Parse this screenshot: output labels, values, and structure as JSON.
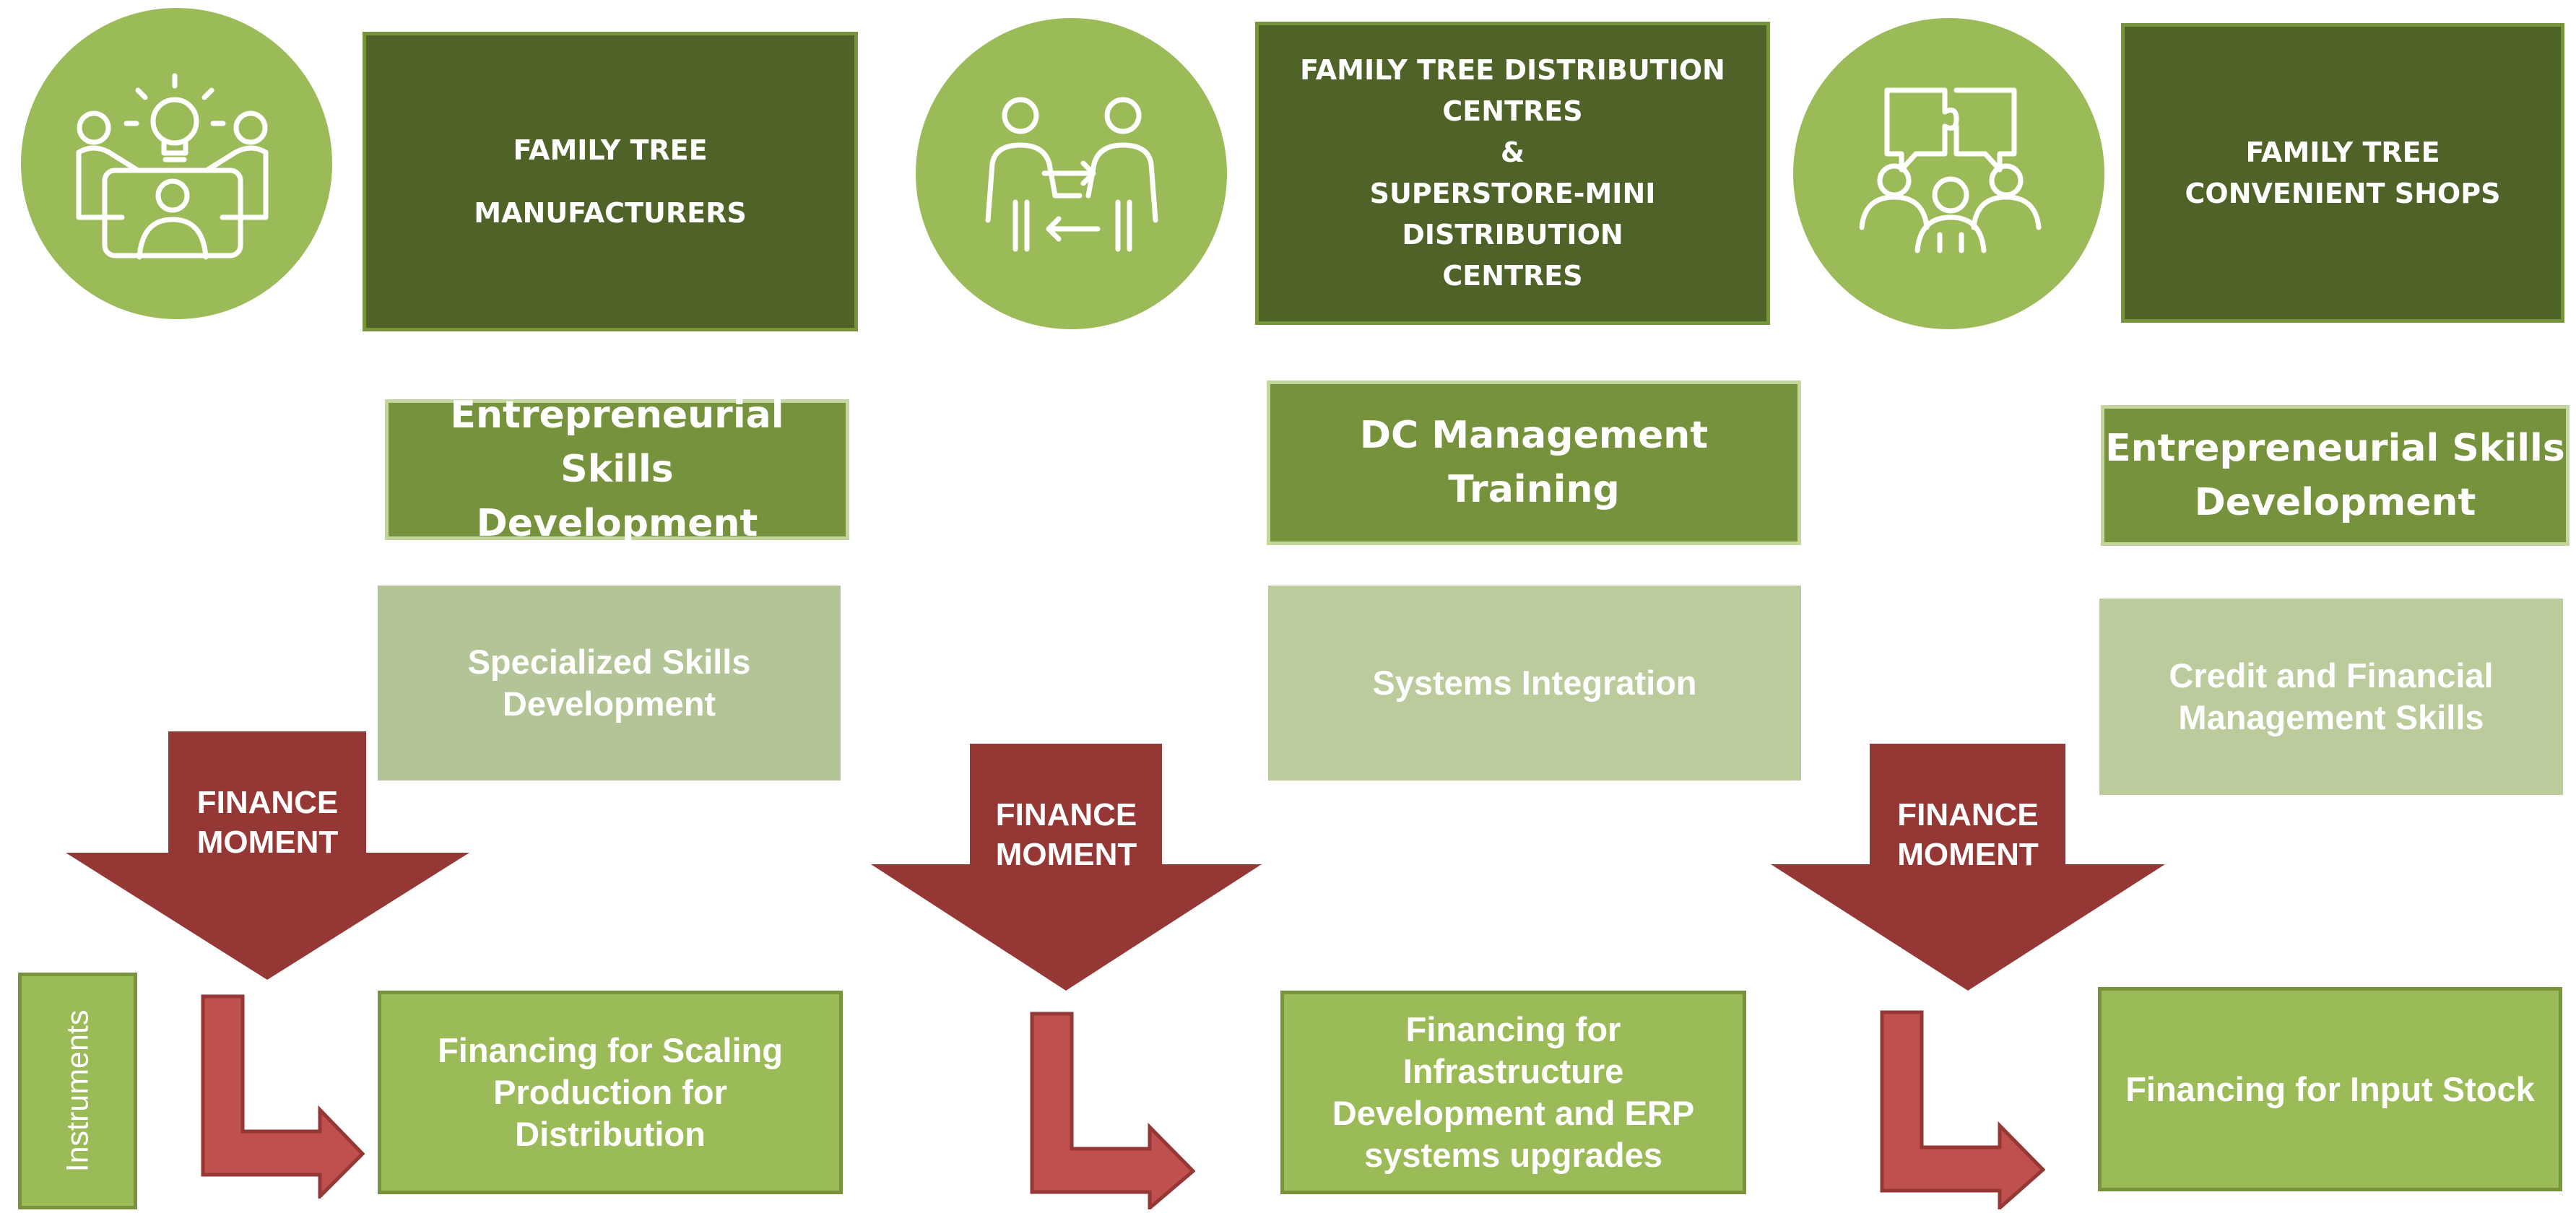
{
  "colors": {
    "circle": "#9bbb59",
    "dark_box": "#4f6228",
    "mid_box": "#76923c",
    "pale_box": "#b3c596",
    "light_box": "#9bbb59",
    "finance_arrow": "#953735",
    "bent_arrow": "#c0504d"
  },
  "columns": [
    {
      "icon": "meeting-idea-icon",
      "heading_lines": [
        "FAMILY TREE",
        "MANUFACTURERS"
      ],
      "training_lines": [
        "Entrepreneurial Skills",
        "Development"
      ],
      "skills_lines": [
        "Specialized Skills",
        "Development"
      ],
      "finance_lines": [
        "FINANCE",
        "MOMENT"
      ],
      "financing_lines": [
        "Financing for Scaling",
        "Production for",
        "Distribution"
      ]
    },
    {
      "icon": "exchange-people-icon",
      "heading_lines": [
        "FAMILY TREE DISTRIBUTION",
        "CENTRES",
        "&",
        "SUPERSTORE-MINI DISTRIBUTION",
        "CENTRES"
      ],
      "training_lines": [
        "DC Management Training"
      ],
      "skills_lines": [
        "Systems Integration"
      ],
      "finance_lines": [
        "FINANCE",
        "MOMENT"
      ],
      "financing_lines": [
        "Financing for",
        "Infrastructure",
        "Development and ERP",
        "systems upgrades"
      ]
    },
    {
      "icon": "team-puzzle-icon",
      "heading_lines": [
        "FAMILY TREE",
        "CONVENIENT SHOPS"
      ],
      "training_lines": [
        "Entrepreneurial Skills",
        "Development"
      ],
      "skills_lines": [
        "Credit and Financial",
        "Management Skills"
      ],
      "finance_lines": [
        "FINANCE",
        "MOMENT"
      ],
      "financing_lines": [
        "Financing for Input Stock"
      ]
    }
  ],
  "instruments_label": "Instruments"
}
